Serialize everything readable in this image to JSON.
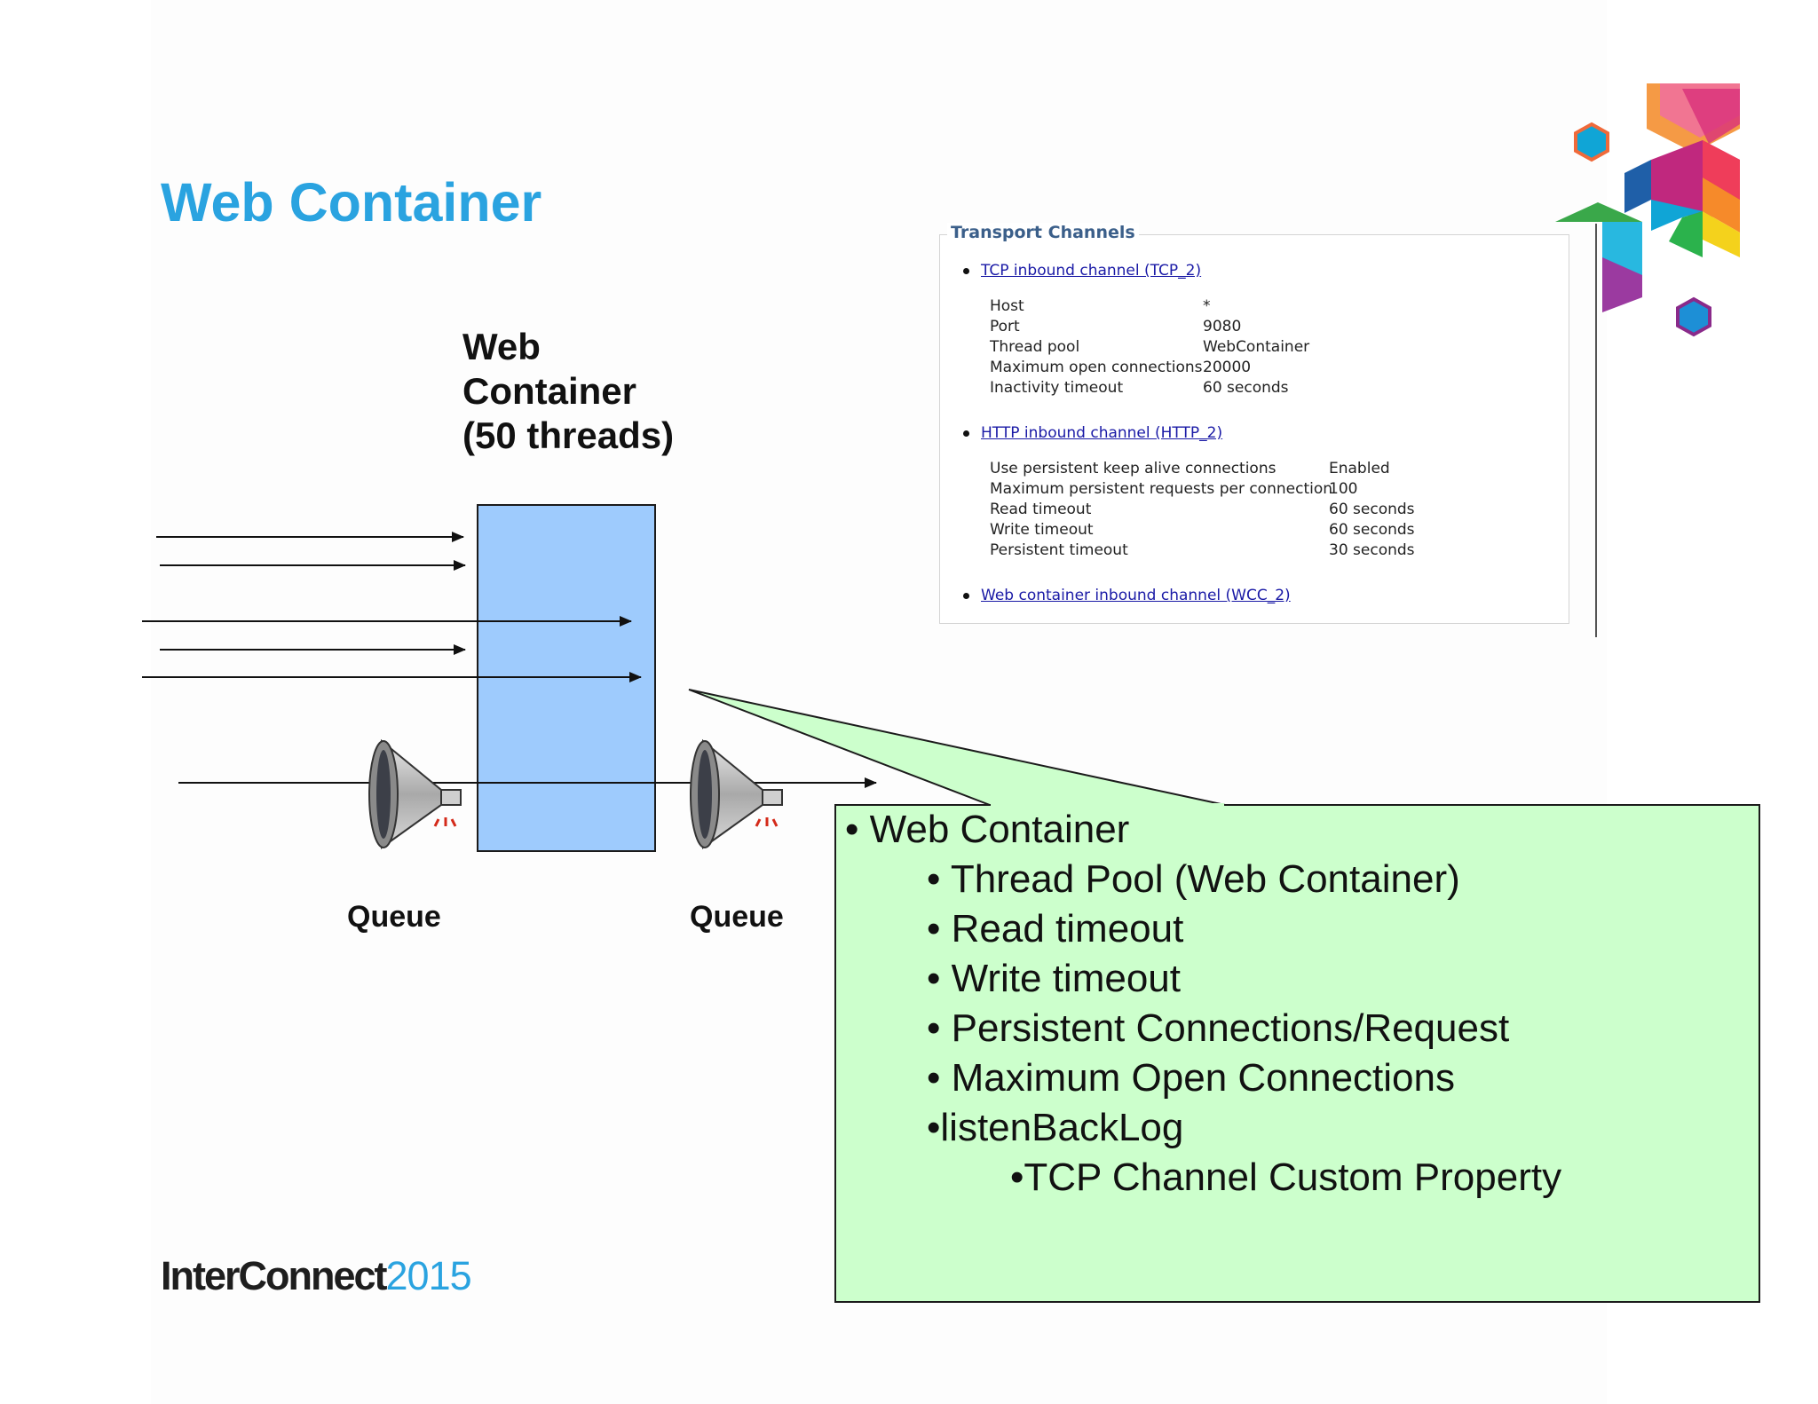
{
  "slide": {
    "title": "Web Container",
    "container_label": [
      "Web",
      "Container",
      "(50 threads)"
    ],
    "queue_labels": [
      "Queue",
      "Queue"
    ],
    "footer_brand": "InterConnect",
    "footer_year": "2015"
  },
  "transport_panel": {
    "title": "Transport Channels",
    "tcp": {
      "link": "TCP inbound channel (TCP_2)",
      "rows": [
        {
          "label": "Host",
          "value": "*"
        },
        {
          "label": "Port",
          "value": "9080"
        },
        {
          "label": "Thread pool",
          "value": "WebContainer"
        },
        {
          "label": "Maximum open connections",
          "value": "20000"
        },
        {
          "label": "Inactivity timeout",
          "value": "60 seconds"
        }
      ]
    },
    "http": {
      "link": "HTTP inbound channel (HTTP_2)",
      "rows": [
        {
          "label": "Use persistent keep alive connections",
          "value": "Enabled"
        },
        {
          "label": "Maximum persistent requests per connection",
          "value": "100"
        },
        {
          "label": "Read timeout",
          "value": "60 seconds"
        },
        {
          "label": "Write timeout",
          "value": "60 seconds"
        },
        {
          "label": "Persistent timeout",
          "value": "30 seconds"
        }
      ]
    },
    "wcc": {
      "link": "Web container inbound channel (WCC_2)"
    }
  },
  "callout": {
    "lines": [
      "• Web Container",
      "• Thread Pool (Web Container)",
      "• Read timeout",
      "• Write timeout",
      "• Persistent Connections/Request",
      "• Maximum Open Connections",
      "•listenBackLog",
      "•TCP Channel Custom Property"
    ]
  },
  "colors": {
    "title": "#2aa3e0",
    "container_box": "#9ecbfd",
    "callout_fill": "#ccffcc",
    "highlight_ellipse": "#2f8f2f"
  }
}
